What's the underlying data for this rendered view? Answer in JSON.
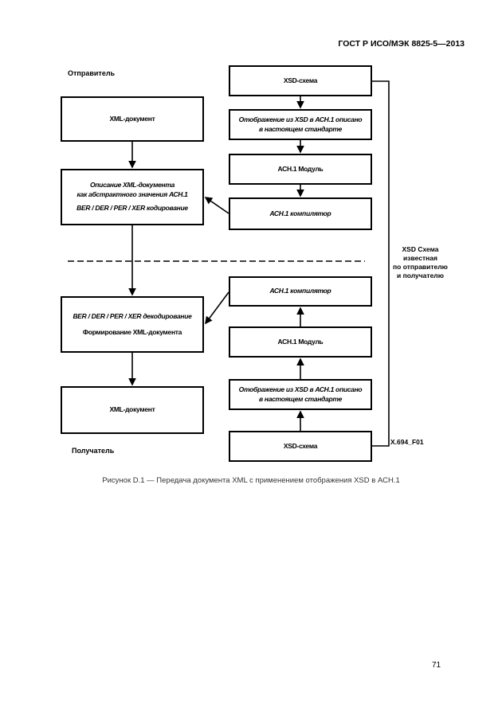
{
  "header": {
    "standard": "ГОСТ Р ИСО/МЭК 8825-5—2013"
  },
  "figure": {
    "sender_label": "Отправитель",
    "receiver_label": "Получатель",
    "sender": {
      "xml_document": "XML-документ",
      "description_line1": "Описание XML-документа",
      "description_line2": "как абстрактного значения АСН.1",
      "encoding": "BER / DER / PER / XER кодирование"
    },
    "receiver": {
      "decoding": "BER / DER / PER / XER декодирование",
      "forming": "Формирование XML-документа",
      "xml_document": "XML-документ"
    },
    "chain": {
      "xsd_schema": "XSD-схема",
      "mapping_line1": "Отображение из XSD в АСН.1 описано",
      "mapping_line2": "в настоящем стандарте",
      "asn_module": "АСН.1 Модуль",
      "asn_compiler": "АСН.1 компилятор"
    },
    "side_note": [
      "XSD Схема",
      "известная",
      "по отправителю",
      "и получателю"
    ],
    "figure_id": "X.694_F01"
  },
  "caption": "Рисунок D.1 — Передача документа XML с применением отображения XSD в АСН.1",
  "page_number": "71"
}
